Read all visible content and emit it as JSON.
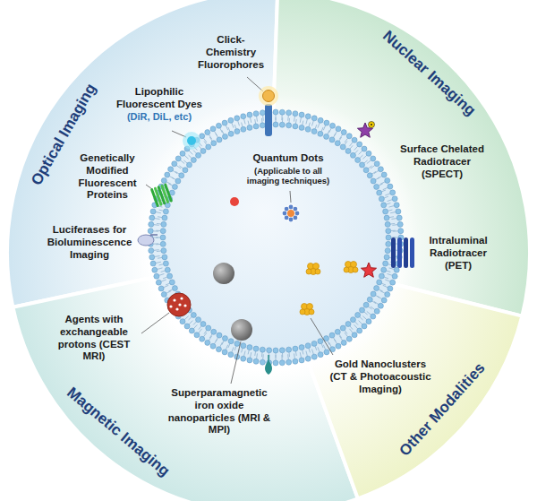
{
  "diagram": {
    "nodes": [
      {
        "text": [
          "Optical Imaging"
        ]
      },
      {
        "text": [
          "Nuclear Imaging"
        ]
      },
      {
        "text": [
          "Magnetic Imaging"
        ]
      },
      {
        "text": [
          "Other Modalities"
        ]
      }
    ],
    "labels": [
      "Click-Chemistry Fluorophores",
      "Lipophilic Fluorescent Dyes",
      "(DiR, DiL, etc)",
      "Genetically Modified Fluorescent Proteins",
      "Luciferases for Bioluminescence Imaging",
      "Quantum Dots",
      "(Applicable to all imaging techniques)",
      "Surface Chelated Radiotracer (SPECT)",
      "Intraluminal Radiotracer (PET)",
      "Agents with exchangeable protons (CEST MRI)",
      "Superparamagnetic iron oxide nanoparticles (MRI & MPI)",
      "Gold Nanoclusters (CT & Photoacoustic Imaging)"
    ]
  }
}
